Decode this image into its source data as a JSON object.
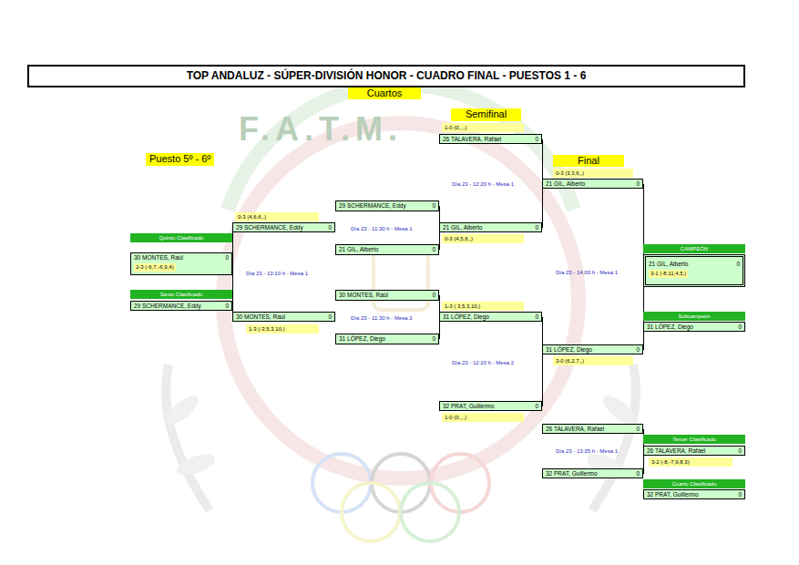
{
  "diagram": {
    "title": "TOP ANDALUZ - SÚPER-DIVISIÓN HONOR - CUADRO FINAL - PUESTOS 1 - 6",
    "nodes": [
      {
        "text": [
          "Cuartos"
        ]
      },
      {
        "text": [
          "Semifinal"
        ]
      },
      {
        "text": [
          "1-0 (0,,,,)"
        ]
      },
      {
        "text": [
          "26 TALAVERA, Rafael",
          "0"
        ]
      },
      {
        "text": [
          "Puesto 5º - 6º"
        ]
      },
      {
        "text": [
          "Final"
        ]
      },
      {
        "text": [
          "0-3 (3,3,6,,)"
        ]
      },
      {
        "text": [
          "21 GIL, Alberto",
          "0"
        ]
      },
      {
        "text": [
          "29 SCHERMANCE, Eddy",
          "0"
        ]
      },
      {
        "text": [
          "0-3 (4,6,6,,)"
        ]
      },
      {
        "text": [
          "29 SCHERMANCE, Eddy",
          "0"
        ]
      },
      {
        "text": [
          "21 GIL, Alberto",
          "0"
        ]
      },
      {
        "text": [
          "0-3 (4,5,6,,)"
        ]
      },
      {
        "text": [
          "Quinto Clasificado"
        ]
      },
      {
        "text": [
          "21 GIL, Alberto",
          "0"
        ]
      },
      {
        "text": [
          "CAMPEÓN"
        ]
      },
      {
        "text": [
          "30 MONTES, Raúl",
          "0",
          "2-3 (-6,7,-6,9,4)"
        ]
      },
      {
        "text": [
          "21 GIL, Alberto",
          "0",
          "3-1 (-8,11,4,5,)"
        ]
      },
      {
        "text": [
          "Sexto Clasificado"
        ]
      },
      {
        "text": [
          "30 MONTES, Raúl",
          "0"
        ]
      },
      {
        "text": [
          "1-3 ( 3,5,3,10,)"
        ]
      },
      {
        "text": [
          "29 SCHERMANCE, Eddy",
          "0"
        ]
      },
      {
        "text": [
          "30 MONTES, Raúl",
          "0"
        ]
      },
      {
        "text": [
          "31 LÓPEZ, Diego",
          "0"
        ]
      },
      {
        "text": [
          "Subcampeón"
        ]
      },
      {
        "text": [
          "31 LÓPEZ, Diego",
          "0"
        ]
      },
      {
        "text": [
          "1-3 (-3,5,3,10,)"
        ]
      },
      {
        "text": [
          "31 LÓPEZ, Diego",
          "0"
        ]
      },
      {
        "text": [
          "31 LÓPEZ, Diego",
          "0"
        ]
      },
      {
        "text": [
          "3-0 (6,2,7,,)"
        ]
      },
      {
        "text": [
          "32 PRAT, Guillermo",
          "0"
        ]
      },
      {
        "text": [
          "1-0 (0,,,,)"
        ]
      },
      {
        "text": [
          "26 TALAVERA, Rafael",
          "0"
        ]
      },
      {
        "text": [
          "Tercer Clasificado"
        ]
      },
      {
        "text": [
          "26 TALAVERA, Rafael",
          "0"
        ]
      },
      {
        "text": [
          "3-2 (-8,-7,9,8,3)"
        ]
      },
      {
        "text": [
          "32 PRAT, Guillermo",
          "0"
        ]
      },
      {
        "text": [
          "Cuarto Clasificado"
        ]
      },
      {
        "text": [
          "32 PRAT, Guillermo",
          "0"
        ]
      }
    ],
    "edges": [
      {
        "from": 8,
        "to": 11,
        "arrow": "none"
      },
      {
        "from": 14,
        "to": 11,
        "arrow": "none"
      },
      {
        "from": 19,
        "to": 23,
        "arrow": "none"
      },
      {
        "from": 27,
        "to": 23,
        "arrow": "none"
      },
      {
        "from": 3,
        "to": 7,
        "arrow": "none"
      },
      {
        "from": 11,
        "to": 7,
        "arrow": "none"
      },
      {
        "from": 23,
        "to": 28,
        "arrow": "none"
      },
      {
        "from": 30,
        "to": 28,
        "arrow": "none"
      },
      {
        "from": 7,
        "to": 17,
        "arrow": "none"
      },
      {
        "from": 28,
        "to": 17,
        "arrow": "none"
      },
      {
        "from": 32,
        "to": 34,
        "arrow": "none"
      },
      {
        "from": 36,
        "to": 34,
        "arrow": "none"
      },
      {
        "from": 10,
        "to": 16,
        "arrow": "none"
      },
      {
        "from": 22,
        "to": 16,
        "arrow": "none"
      }
    ],
    "labels": [
      "Día 23 - 13:10 h - Mesa 1",
      "Día 23 - 11:30 h - Mesa 1",
      "Día 23 - 11:30 h - Mesa 2",
      "Día 23 - 12:20 h - Mesa 1",
      "Día 23 - 12:20 h - Mesa 2",
      "Día 23 - 14:00 h - Mesa 1",
      "Día 23 - 13:35 h - Mesa 1",
      "F.A.T.M."
    ]
  }
}
